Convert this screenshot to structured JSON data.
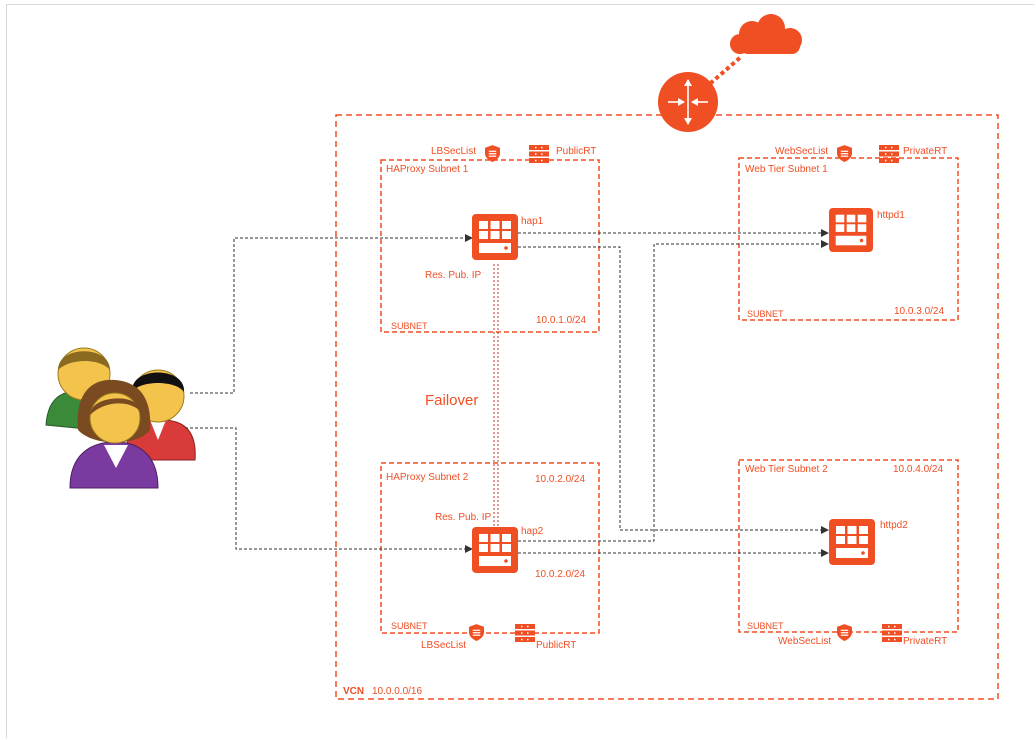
{
  "colors": {
    "accent": "#f04e23",
    "connector": "#333333",
    "failover": "#c0392b"
  },
  "vcn": {
    "prefix": "VCN",
    "cidr": "10.0.0.0/16"
  },
  "failover_label": "Failover",
  "subnets": {
    "haproxy1": {
      "title": "HAProxy Subnet 1",
      "type": "SUBNET",
      "cidr": "10.0.1.0/24",
      "sec_list": "LBSecList",
      "route_table": "PublicRT",
      "instance": "hap1",
      "ip_label": "Res. Pub. IP"
    },
    "haproxy2": {
      "title": "HAProxy Subnet 2",
      "type": "SUBNET",
      "cidr_top": "10.0.2.0/24",
      "cidr": "10.0.2.0/24",
      "sec_list": "LBSecList",
      "route_table": "PublicRT",
      "instance": "hap2",
      "ip_label": "Res. Pub. IP"
    },
    "web1": {
      "title": "Web Tier Subnet 1",
      "type": "SUBNET",
      "cidr": "10.0.3.0/24",
      "sec_list": "WebSecList",
      "route_table": "PrivateRT",
      "instance": "httpd1"
    },
    "web2": {
      "title": "Web Tier Subnet 2",
      "type": "SUBNET",
      "cidr": "10.0.4.0/24",
      "sec_list": "WebSecList",
      "route_table": "PrivateRT",
      "instance": "httpd2"
    }
  },
  "icons": [
    "cloud-icon",
    "router-icon",
    "users-icon",
    "security-list-icon",
    "route-table-icon",
    "compute-instance-icon"
  ]
}
